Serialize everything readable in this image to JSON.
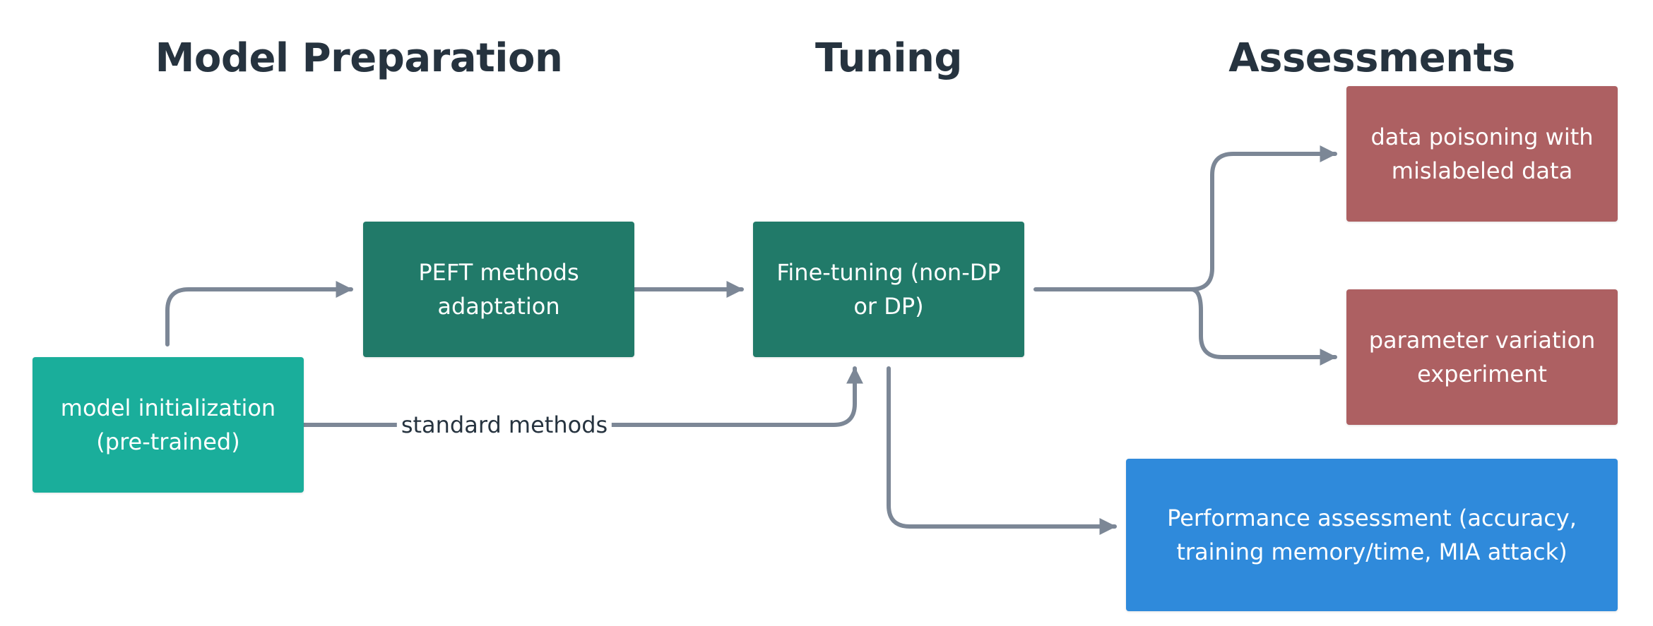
{
  "headings": {
    "model_preparation": "Model Preparation",
    "tuning": "Tuning",
    "assessments": "Assessments"
  },
  "nodes": {
    "model_init": "model initialization\n(pre-trained)",
    "peft": "PEFT methods\nadaptation",
    "finetuning": "Fine-tuning (non-DP\nor DP)",
    "data_poisoning": "data poisoning with\nmislabeled data",
    "param_variation": "parameter variation\nexperiment",
    "performance": "Performance assessment (accuracy,\ntraining memory/time, MIA attack)"
  },
  "edge_labels": {
    "standard_methods": "standard methods"
  },
  "colors": {
    "teal_light": "#1aae9b",
    "teal_dark": "#217a69",
    "red": "#ad6062",
    "blue": "#2f8adb",
    "connector": "#7c8796",
    "heading": "#26333f"
  }
}
